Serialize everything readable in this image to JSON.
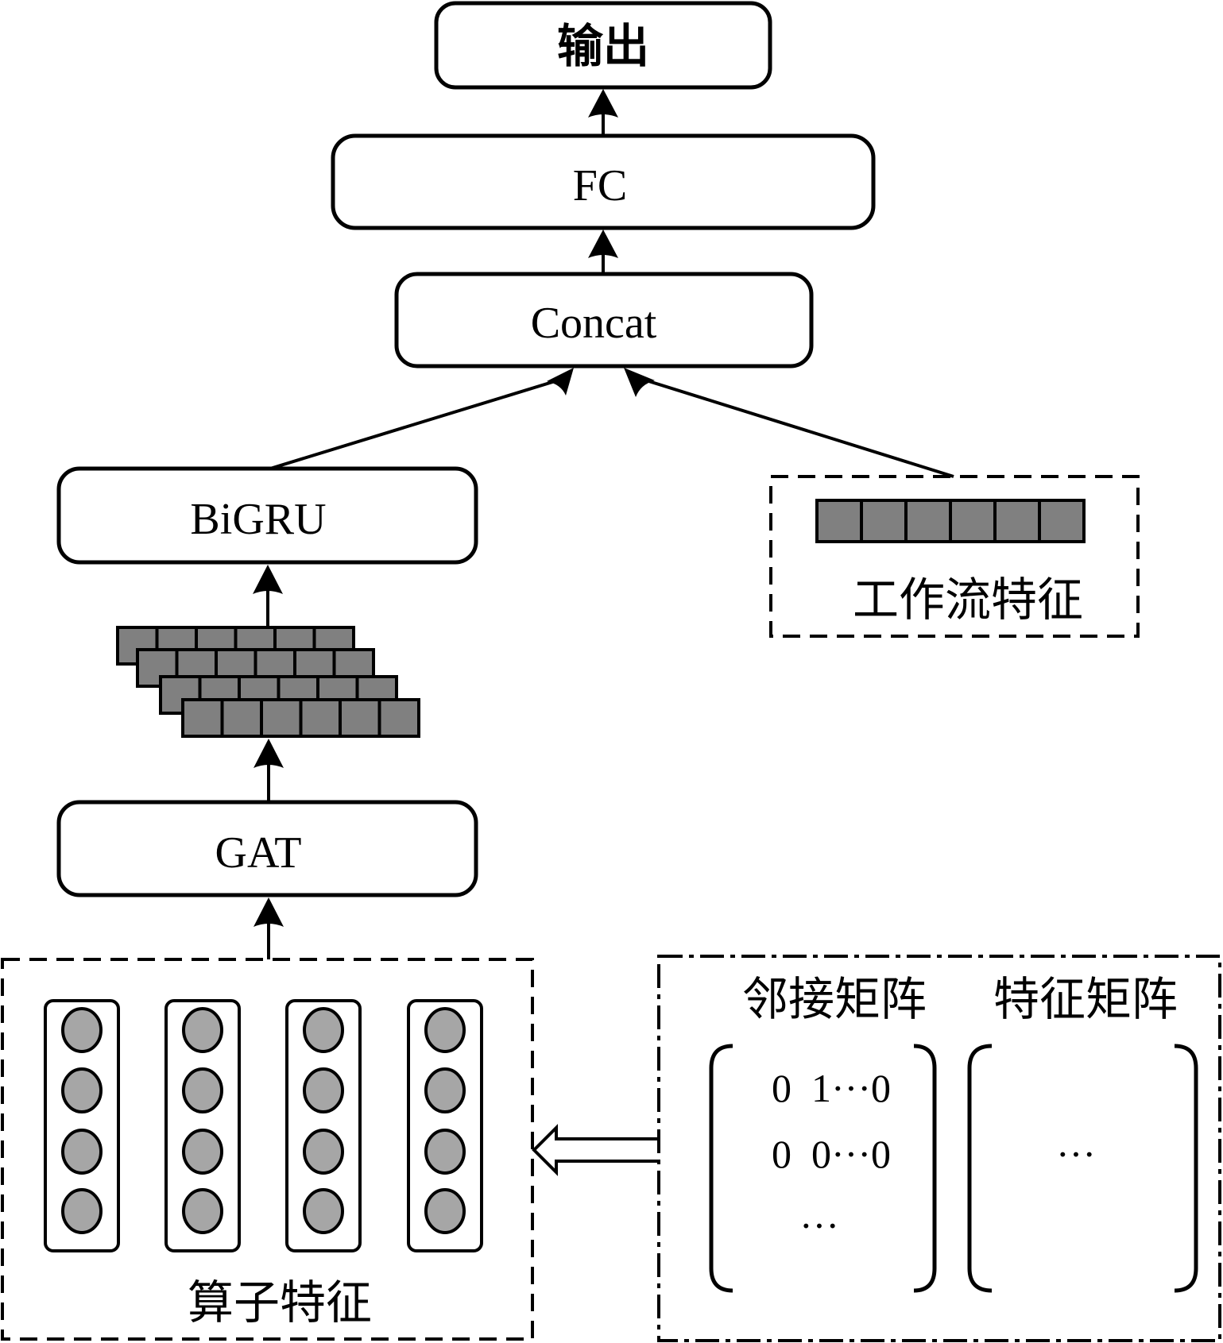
{
  "diagram": {
    "nodes": {
      "output": {
        "label": "输出"
      },
      "fc": {
        "label": "FC"
      },
      "concat": {
        "label": "Concat"
      },
      "bigru": {
        "label": "BiGRU"
      },
      "gat": {
        "label": "GAT"
      }
    },
    "workflow_features": {
      "label": "工作流特征",
      "cells": 6
    },
    "operator_features": {
      "label": "算子特征",
      "columns": 4,
      "nodes_per_column": 4
    },
    "embedding_stack": {
      "layers": 4,
      "cells_per_layer": 6
    },
    "matrices": {
      "adjacency": {
        "title": "邻接矩阵",
        "rows": [
          "0  1···0",
          "0  0···0",
          "···"
        ]
      },
      "feature": {
        "title": "特征矩阵",
        "rows": [
          "···"
        ]
      }
    },
    "edges": [
      {
        "from": "fc",
        "to": "output"
      },
      {
        "from": "concat",
        "to": "fc"
      },
      {
        "from": "bigru",
        "to": "concat"
      },
      {
        "from": "workflow_features",
        "to": "concat"
      },
      {
        "from": "embedding_stack",
        "to": "bigru"
      },
      {
        "from": "gat",
        "to": "embedding_stack"
      },
      {
        "from": "operator_features",
        "to": "gat"
      },
      {
        "from": "matrices",
        "to": "operator_features",
        "style": "hollow-double"
      }
    ],
    "colors": {
      "stroke": "#000000",
      "cell_fill": "#808080",
      "node_fill": "#a6a6a6",
      "background": "#ffffff"
    }
  }
}
